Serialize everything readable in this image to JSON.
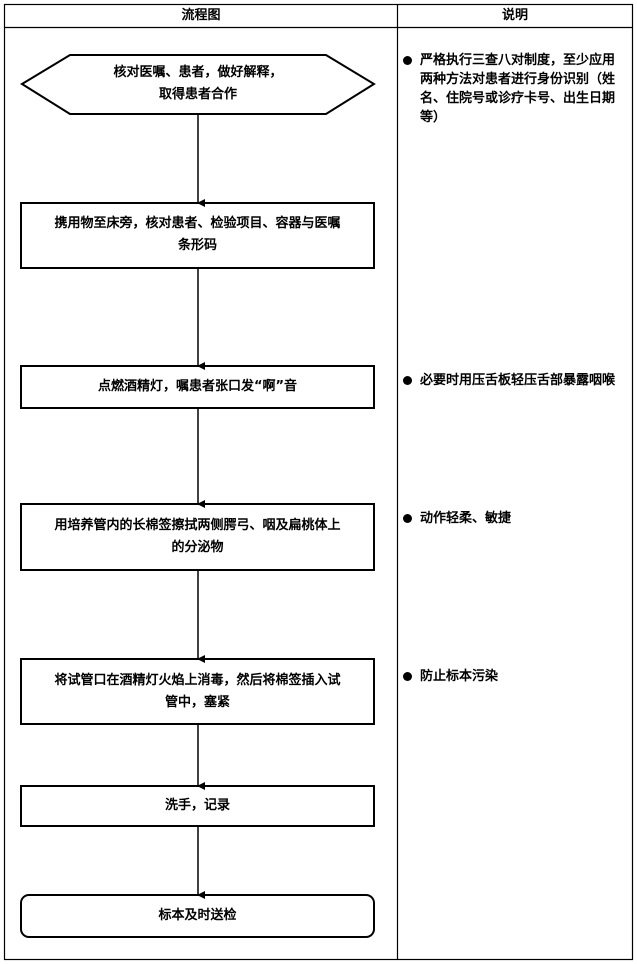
{
  "headers": {
    "flow": "流程图",
    "notes": "说明"
  },
  "steps": [
    {
      "id": "verify",
      "lines": [
        "核对医嘱、患者，做好解释，",
        "取得患者合作"
      ]
    },
    {
      "id": "bring",
      "lines": [
        "携用物至床旁，核对患者、检验项目、容器与医嘱",
        "条形码"
      ]
    },
    {
      "id": "light",
      "lines": [
        "点燃酒精灯，嘱患者张口发“啊”音"
      ]
    },
    {
      "id": "swab",
      "lines": [
        "用培养管内的长棉签擦拭两侧腭弓、咽及扁桃体上",
        "的分泌物"
      ]
    },
    {
      "id": "seal",
      "lines": [
        "将试管口在酒精灯火焰上消毒，然后将棉签插入试",
        "管中，塞紧"
      ]
    },
    {
      "id": "wash",
      "lines": [
        "洗手，记录"
      ]
    },
    {
      "id": "send",
      "lines": [
        "标本及时送检"
      ]
    }
  ],
  "notes": [
    {
      "text": "严格执行三查八对制度，至少应用两种方法对患者进行身份识别（姓名、住院号或诊疗卡号、出生日期等）"
    },
    {
      "text": "必要时用压舌板轻压舌部暴露咽喉"
    },
    {
      "text": "动作轻柔、敏捷"
    },
    {
      "text": "防止标本污染"
    }
  ]
}
